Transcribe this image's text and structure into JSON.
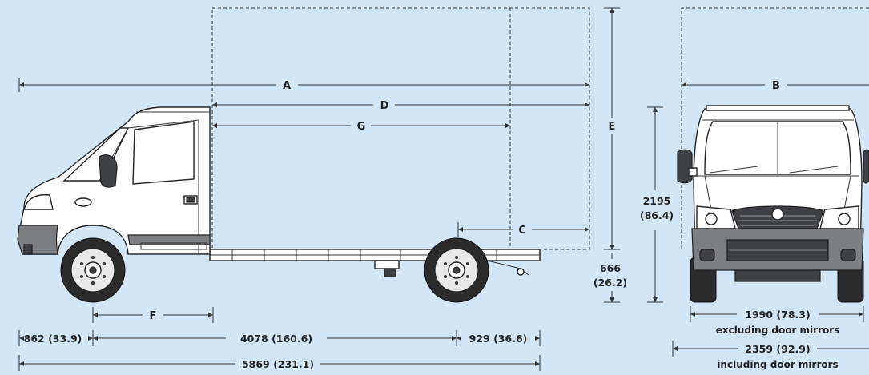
{
  "side_view": {
    "dim_a": "A",
    "dim_d": "D",
    "dim_g": "G",
    "dim_e": "E",
    "dim_c": "C",
    "dim_f": "F",
    "front_overhang": "862 (33.9)",
    "wheelbase": "4078 (160.6)",
    "rear_overhang": "929 (36.6)",
    "overall_length": "5869 (231.1)",
    "height_value": "2195",
    "height_inches": "(86.4)",
    "chassis_height_value": "666",
    "chassis_height_inches": "(26.2)"
  },
  "front_view": {
    "dim_b": "B",
    "width_excl": "1990 (78.3)",
    "width_excl_caption": "excluding door mirrors",
    "width_incl": "2359 (92.9)",
    "width_incl_caption": "including door mirrors"
  },
  "colors": {
    "background": "#d3e6f7",
    "line": "#333333",
    "bumper_grey": "#7c7e82"
  }
}
